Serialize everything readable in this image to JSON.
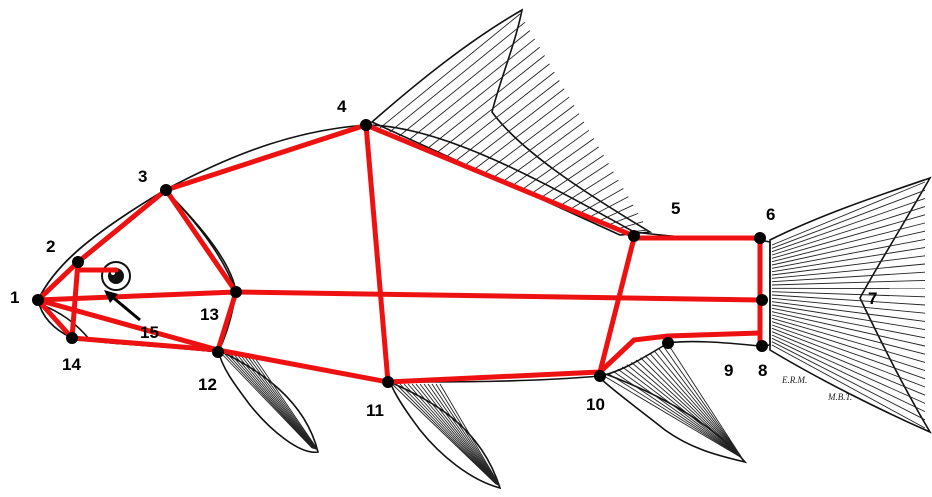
{
  "diagram": {
    "landmarks": [
      {
        "id": "1"
      },
      {
        "id": "2"
      },
      {
        "id": "3"
      },
      {
        "id": "4"
      },
      {
        "id": "5"
      },
      {
        "id": "6"
      },
      {
        "id": "7"
      },
      {
        "id": "8"
      },
      {
        "id": "9"
      },
      {
        "id": "10"
      },
      {
        "id": "11"
      },
      {
        "id": "12"
      },
      {
        "id": "13"
      },
      {
        "id": "14"
      },
      {
        "id": "15"
      }
    ],
    "illustrator_marks": [
      "E.R.M.",
      "M.B.T."
    ],
    "colors": {
      "truss_lines": "#ee1111",
      "landmark_dots": "#000000",
      "scales": "#111111"
    }
  }
}
